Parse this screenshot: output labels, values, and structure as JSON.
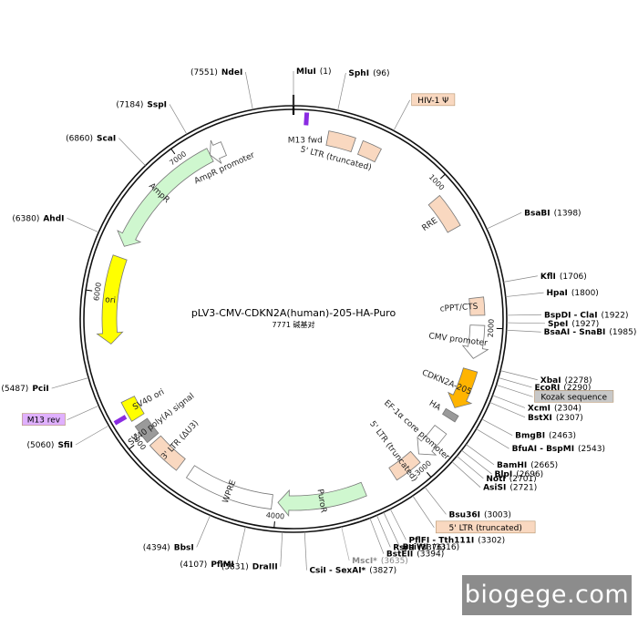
{
  "title": "pLV3-CMV-CDKN2A(human)-205-HA-Puro",
  "subtitle": "7771 碱基对",
  "watermark": "biogege.com",
  "colors": {
    "ring": "#111111",
    "ltr": "#f9d8c0",
    "amp": "#cff7cf",
    "ori": "#ffff00",
    "cds": "#ffb400",
    "sv40": "#ffff00",
    "wpre": "#ffffff",
    "puro": "#cff7cf",
    "gray": "#9a9a9a",
    "label_box": "#f9d8c0",
    "kozak_box": "#c8c8c8",
    "m13_box": "#e0b0ff",
    "primer": "#8a2be2"
  },
  "total_bp": 7771,
  "ticks": [
    {
      "pos": 1000,
      "label": "1000"
    },
    {
      "pos": 2000,
      "label": "2000"
    },
    {
      "pos": 3000,
      "label": "3000"
    },
    {
      "pos": 4000,
      "label": "4000"
    },
    {
      "pos": 5000,
      "label": "5000"
    },
    {
      "pos": 6000,
      "label": "6000"
    },
    {
      "pos": 7000,
      "label": "7000"
    }
  ],
  "features": [
    {
      "name": "5' LTR (truncated)",
      "start": 230,
      "end": 410,
      "color": "ltr",
      "shape": "box"
    },
    {
      "name": "",
      "start": 460,
      "end": 590,
      "color": "ltr",
      "shape": "box"
    },
    {
      "name": "RRE",
      "start": 1075,
      "end": 1310,
      "color": "ltr",
      "shape": "box"
    },
    {
      "name": "cPPT/CTS",
      "start": 1800,
      "end": 1918,
      "color": "ltr",
      "shape": "box"
    },
    {
      "name": "CMV promoter",
      "start": 1985,
      "end": 2210,
      "color": "wpre",
      "shape": "arrow-cw"
    },
    {
      "name": "CDKN2A-205",
      "start": 2290,
      "end": 2565,
      "color": "cds",
      "shape": "arrow-cw"
    },
    {
      "name": "HA",
      "start": 2600,
      "end": 2645,
      "color": "gray",
      "shape": "box"
    },
    {
      "name": "EF-1α core promoter",
      "start": 2740,
      "end": 2960,
      "color": "wpre",
      "shape": "arrow-cw"
    },
    {
      "name": "5' LTR (truncated)",
      "start": 2990,
      "end": 3180,
      "color": "ltr",
      "shape": "box"
    },
    {
      "name": "PuroR",
      "start": 3400,
      "end": 3990,
      "color": "puro",
      "shape": "arrow-cw"
    },
    {
      "name": "WPRE",
      "start": 4030,
      "end": 4620,
      "color": "wpre",
      "shape": "box"
    },
    {
      "name": "3' LTR (ΔU3)",
      "start": 4700,
      "end": 4935,
      "color": "ltr",
      "shape": "box"
    },
    {
      "name": "SV40 poly(A) signal",
      "start": 4960,
      "end": 5090,
      "color": "gray",
      "shape": "box"
    },
    {
      "name": "SV40 ori",
      "start": 5130,
      "end": 5270,
      "color": "sv40",
      "shape": "box"
    },
    {
      "name": "ori",
      "start": 5660,
      "end": 6250,
      "color": "ori",
      "shape": "arrow-ccw"
    },
    {
      "name": "AmpR",
      "start": 6330,
      "end": 7190,
      "color": "amp",
      "shape": "arrow-ccw"
    },
    {
      "name": "AmpR promoter",
      "start": 7190,
      "end": 7290,
      "color": "wpre",
      "shape": "arrow-ccw"
    }
  ],
  "primers": [
    {
      "name": "M13 fwd",
      "pos": 80
    },
    {
      "name": "M13 rev",
      "pos": 5175
    }
  ],
  "sites": [
    {
      "name": "MluI",
      "pos": "(1)",
      "ang": 0,
      "r": 310
    },
    {
      "name": "SphI",
      "pos": "(96)",
      "ang": 12,
      "r": 310
    },
    {
      "name": "HIV-1 Ψ",
      "pos": "",
      "ang": 28,
      "r": 300,
      "box": "label_box"
    },
    {
      "name": "BsaBI",
      "pos": "(1398)",
      "ang": 65,
      "r": 295
    },
    {
      "name": "KflI",
      "pos": "(1706)",
      "ang": 80,
      "r": 290
    },
    {
      "name": "HpaI",
      "pos": "(1800)",
      "ang": 84,
      "r": 290
    },
    {
      "name": "BspDI - ClaI",
      "pos": "(1922)",
      "ang": 89,
      "r": 290
    },
    {
      "name": "SpeI",
      "pos": "(1927)",
      "ang": 91,
      "r": 290
    },
    {
      "name": "BsaAI - SnaBI",
      "pos": "(1985)",
      "ang": 93,
      "r": 290
    },
    {
      "name": "XbaI",
      "pos": "(2278)",
      "ang": 104,
      "r": 290
    },
    {
      "name": "EcoRI",
      "pos": "(2290)",
      "ang": 106,
      "r": 290
    },
    {
      "name": "Kozak sequence",
      "pos": "",
      "ang": 108,
      "r": 290,
      "box": "kozak_box"
    },
    {
      "name": "XcmI",
      "pos": "(2304)",
      "ang": 111,
      "r": 290
    },
    {
      "name": "BstXI",
      "pos": "(2307)",
      "ang": 113,
      "r": 290
    },
    {
      "name": "BmgBI",
      "pos": "(2463)",
      "ang": 118,
      "r": 290
    },
    {
      "name": "BfuAI - BspMI",
      "pos": "(2543)",
      "ang": 121,
      "r": 290
    },
    {
      "name": "BamHI",
      "pos": "(2665)",
      "ang": 126,
      "r": 290
    },
    {
      "name": "BlpI",
      "pos": "(2696)",
      "ang": 128,
      "r": 290
    },
    {
      "name": "NotI",
      "pos": "(2701)",
      "ang": 130,
      "r": 290
    },
    {
      "name": "AsiSI",
      "pos": "(2721)",
      "ang": 132,
      "r": 290
    },
    {
      "name": "Bsu36I",
      "pos": "(3003)",
      "ang": 142,
      "r": 290
    },
    {
      "name": "5' LTR (truncated)",
      "pos": "",
      "ang": 146,
      "r": 290,
      "box": "label_box"
    },
    {
      "name": "PflFI - Tth111I",
      "pos": "(3302)",
      "ang": 153,
      "r": 290
    },
    {
      "name": "BsiWI",
      "pos": "(3316)",
      "ang": 155,
      "r": 290
    },
    {
      "name": "RsrII",
      "pos": "(3376)",
      "ang": 157,
      "r": 290
    },
    {
      "name": "BstEII",
      "pos": "(3394)",
      "ang": 159,
      "r": 290
    },
    {
      "name": "MscI*",
      "pos": "(3635)",
      "ang": 167,
      "r": 290,
      "dim": true
    },
    {
      "name": "CsiI - SexAI*",
      "pos": "(3827)",
      "ang": 177,
      "r": 290,
      "mixed": true
    },
    {
      "name": "DraIII",
      "pos": "(3831)",
      "ang": 183,
      "r": 290
    },
    {
      "name": "PflMI",
      "pos": "(4107)",
      "ang": 193,
      "r": 290
    },
    {
      "name": "BbsI",
      "pos": "(4394)",
      "ang": 203,
      "r": 290
    },
    {
      "name": "SfiI",
      "pos": "(5060)",
      "ang": 240,
      "r": 290
    },
    {
      "name": "M13 rev",
      "pos": "",
      "ang": 246,
      "r": 290,
      "box": "m13_box"
    },
    {
      "name": "PciI",
      "pos": "(5487)",
      "ang": 254,
      "r": 290
    },
    {
      "name": "AhdI",
      "pos": "(6380)",
      "ang": 294,
      "r": 290
    },
    {
      "name": "ScaI",
      "pos": "(6860)",
      "ang": 316,
      "r": 290
    },
    {
      "name": "SspI",
      "pos": "(7184)",
      "ang": 330,
      "r": 290
    },
    {
      "name": "NdeI",
      "pos": "(7551)",
      "ang": 349,
      "r": 290
    }
  ]
}
